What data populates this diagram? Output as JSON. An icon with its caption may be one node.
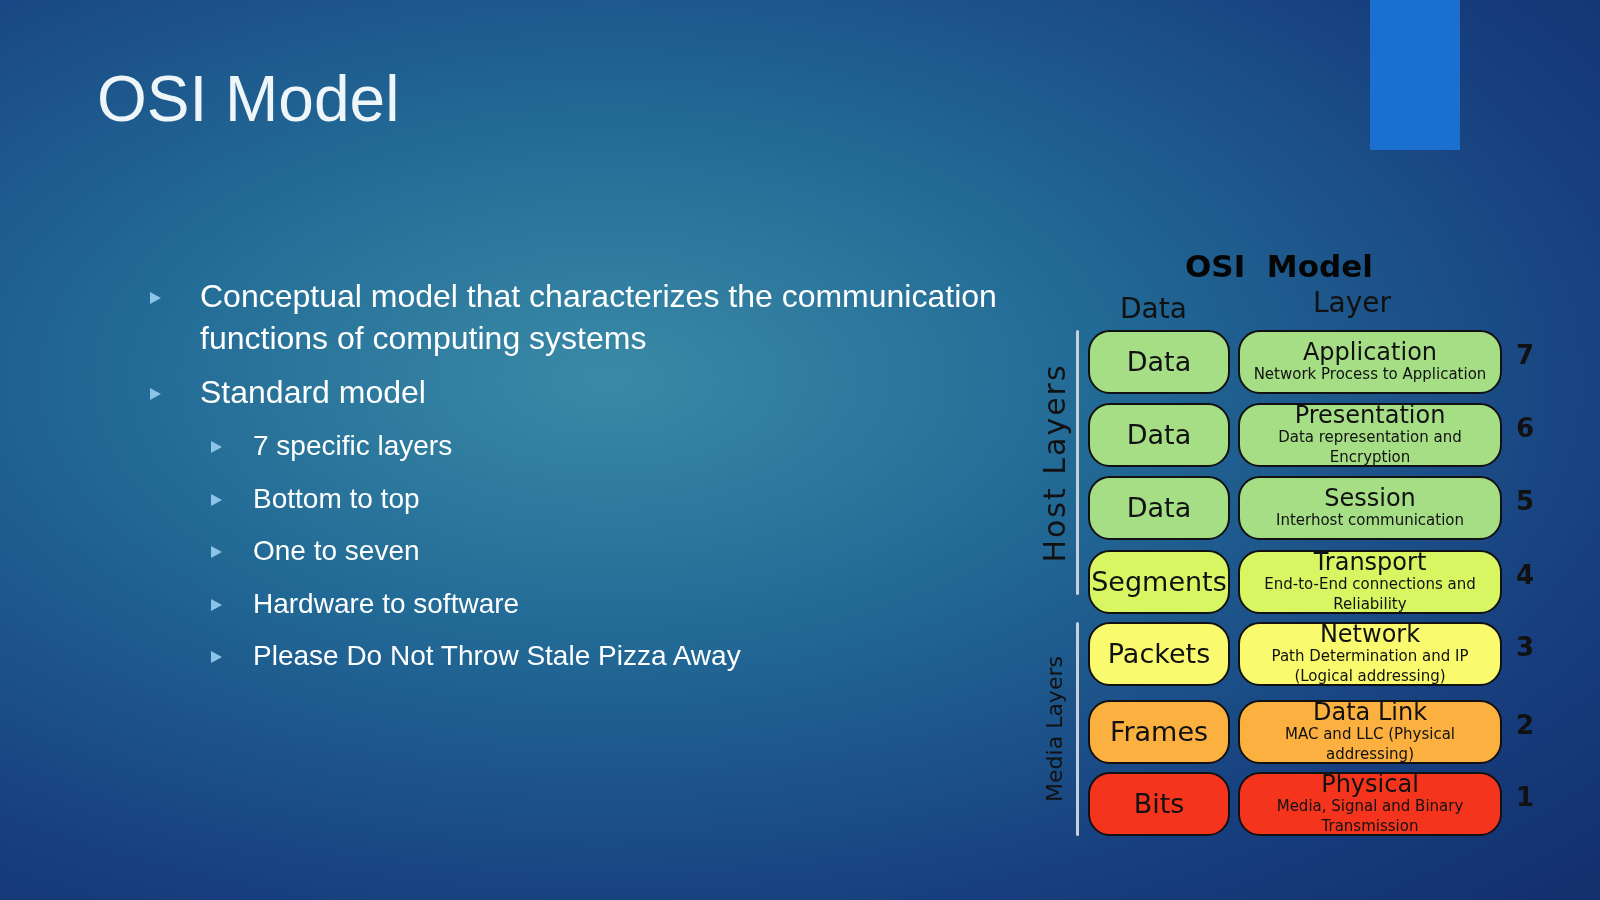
{
  "diagram": {
    "title": "OSI Model",
    "nodes": [
      {
        "text": [
          "Data"
        ]
      },
      {
        "text": [
          "Application",
          "Network Process to Application"
        ],
        "beside": [
          "7"
        ]
      },
      {
        "text": [
          "Data"
        ]
      },
      {
        "text": [
          "Presentation",
          "Data representation and Encryption"
        ],
        "beside": [
          "6"
        ]
      },
      {
        "text": [
          "Data"
        ]
      },
      {
        "text": [
          "Session",
          "Interhost communication"
        ],
        "beside": [
          "5"
        ]
      },
      {
        "text": [
          "Segments"
        ]
      },
      {
        "text": [
          "Transport",
          "End-to-End connections and Reliability"
        ],
        "beside": [
          "4"
        ]
      },
      {
        "text": [
          "Packets"
        ]
      },
      {
        "text": [
          "Network",
          "Path Determination and IP (Logical addressing)"
        ],
        "beside": [
          "3"
        ]
      },
      {
        "text": [
          "Frames"
        ]
      },
      {
        "text": [
          "Data Link",
          "MAC and LLC (Physical addressing)"
        ],
        "beside": [
          "2"
        ]
      },
      {
        "text": [
          "Bits"
        ]
      },
      {
        "text": [
          "Physical",
          "Media, Signal and Binary Transmission"
        ],
        "beside": [
          "1"
        ]
      }
    ],
    "edges": [],
    "labels": [
      "Conceptual model that characterizes the communication functions of computing systems",
      "Standard model",
      "7 specific layers",
      "Bottom to top",
      "One to seven",
      "Hardware to software",
      "Please Do Not Throw Stale Pizza Away",
      "OSI  Model",
      "Data",
      "Layer",
      "Host Layers",
      "Media Layers"
    ]
  }
}
